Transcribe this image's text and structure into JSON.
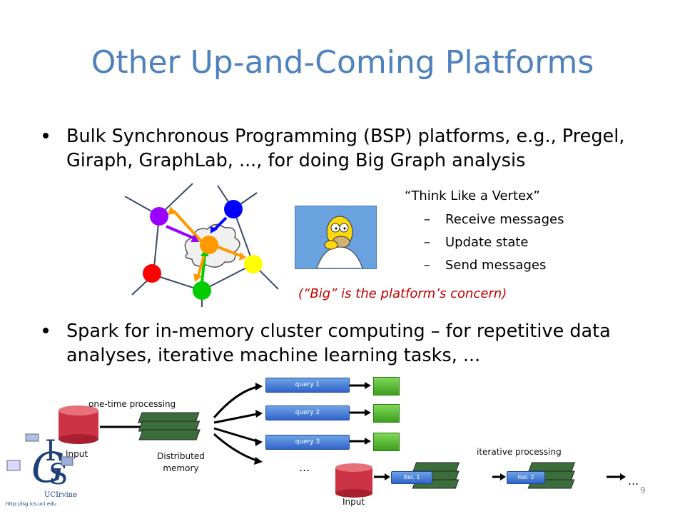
{
  "slide": {
    "title": "Other Up-and-Coming Platforms",
    "page_number": "9"
  },
  "bullets": [
    {
      "text_line1": "Bulk Synchronous Programming (BSP) platforms, e.g., Pregel,",
      "text_line2": "Giraph, GraphLab, ..., for doing Big Graph analysis"
    },
    {
      "text_line1": "Spark for in-memory cluster computing – for repetitive data",
      "text_line2": "analyses, iterative machine learning tasks, ..."
    }
  ],
  "vertex_section": {
    "heading": "“Think Like a Vertex”",
    "items": [
      "Receive messages",
      "Update state",
      "Send messages"
    ],
    "dash": "–",
    "note": "(“Big” is the platform’s concern)"
  },
  "spark_diagram": {
    "input_label": "Input",
    "one_time_label": "one-time processing",
    "distributed_memory_label": "Distributed memory",
    "queries": [
      "query 1",
      "query 2",
      "query 3"
    ],
    "ellipsis": "...",
    "iterative_label": "iterative processing",
    "input2_label": "Input",
    "iters": [
      "iter. 1",
      "iter. 2"
    ],
    "ellipsis2": "..."
  },
  "logo": {
    "brand": "UCIrvine",
    "url": "http://isg.ics.uci.edu"
  },
  "colors": {
    "title": "#4f81bd",
    "note": "#c00000",
    "node_purple": "#9900ff",
    "node_blue": "#0000ff",
    "node_orange": "#ff9900",
    "node_yellow": "#ffff00",
    "node_red": "#ff0000",
    "node_green": "#00cc00"
  }
}
